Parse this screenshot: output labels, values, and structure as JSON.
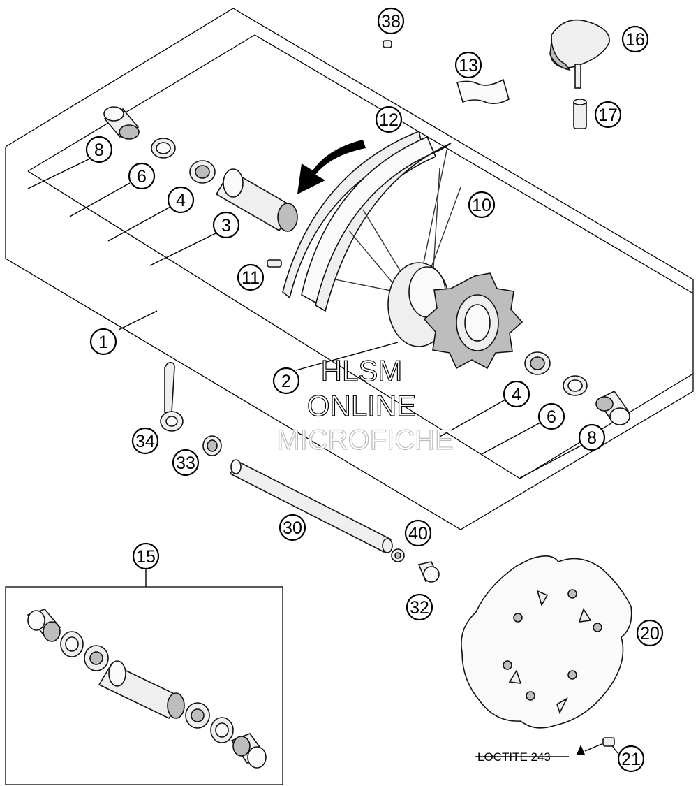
{
  "callouts": {
    "c1": "1",
    "c2": "2",
    "c3": "3",
    "c4a": "4",
    "c4b": "4",
    "c6a": "6",
    "c6b": "6",
    "c8a": "8",
    "c8b": "8",
    "c10": "10",
    "c11": "11",
    "c12": "12",
    "c13": "13",
    "c15": "15",
    "c16": "16",
    "c17": "17",
    "c20": "20",
    "c21": "21",
    "c30": "30",
    "c32": "32",
    "c33": "33",
    "c34": "34",
    "c38": "38",
    "c40": "40"
  },
  "note": {
    "loctite": "LOCTITE 243"
  },
  "watermark": {
    "line1": "HLSM",
    "line2": "ONLINE",
    "line3": "MICROFICHE"
  },
  "colors": {
    "line": "#000000",
    "background": "#ffffff",
    "part_fill": "#efefef"
  }
}
